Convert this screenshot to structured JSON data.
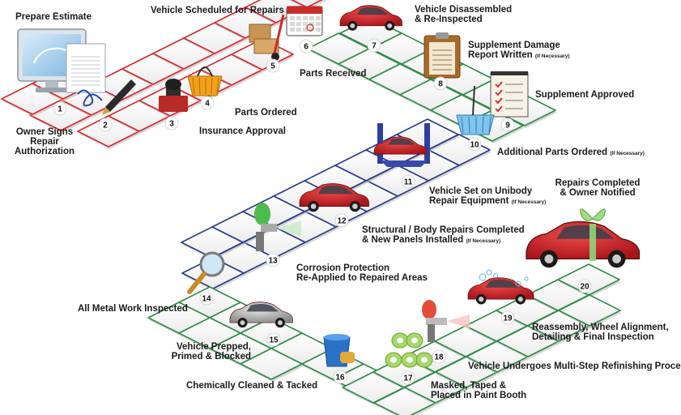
{
  "steps": [
    {
      "num": "1",
      "label": "Prepare Estimate",
      "icon": "computer-estimate-icon"
    },
    {
      "num": "2",
      "label": "Owner Signs Repair\nAuthorization",
      "icon": "pen-signature-icon"
    },
    {
      "num": "3",
      "label": "Insurance Approval",
      "icon": "rubber-stamp-icon"
    },
    {
      "num": "4",
      "label": "Parts Ordered",
      "icon": "shopping-basket-icon"
    },
    {
      "num": "5",
      "label": "Vehicle Scheduled for Repairs",
      "icon": "hand-truck-boxes-icon"
    },
    {
      "num": "6",
      "label": "Parts Received",
      "icon": "calendar-icon"
    },
    {
      "num": "7",
      "label": "Vehicle Disassembled\n& Re-Inspected",
      "icon": "disassembled-car-icon"
    },
    {
      "num": "8",
      "label": "Supplement Damage\nReport Written",
      "sub": "(If Necessary)",
      "icon": "clipboard-icon"
    },
    {
      "num": "9",
      "label": "Supplement Approved",
      "icon": "checklist-icon"
    },
    {
      "num": "10",
      "label": "Additional Parts Ordered",
      "sub": "(If Necessary)",
      "icon": "blue-basket-icon"
    },
    {
      "num": "11",
      "label": "Vehicle Set on Unibody\nRepair Equipment",
      "sub": "(If Necessary)",
      "icon": "car-on-lift-icon"
    },
    {
      "num": "12",
      "label": "Structural / Body Repairs Completed\n& New Panels Installed",
      "sub": "(If Necessary)",
      "icon": "repaired-car-icon"
    },
    {
      "num": "13",
      "label": "Corrosion Protection\nRe-Applied to Repaired Areas",
      "icon": "spray-gun-icon"
    },
    {
      "num": "14",
      "label": "All Metal Work Inspected",
      "icon": "magnifying-glass-icon"
    },
    {
      "num": "15",
      "label": "Vehicle Prepped,\nPrimed & Blocked",
      "icon": "primed-car-icon"
    },
    {
      "num": "16",
      "label": "Chemically Cleaned & Tacked",
      "icon": "bucket-sponge-icon"
    },
    {
      "num": "17",
      "label": "Masked, Taped &\nPlaced in Paint Booth",
      "icon": "tape-rolls-icon"
    },
    {
      "num": "18",
      "label": "Vehicle Undergoes Multi-Step Refinishing Process",
      "icon": "paint-spray-gun-icon"
    },
    {
      "num": "19",
      "label": "Reassembly, Wheel Alignment,\nDetailing & Final Inspection",
      "icon": "clean-car-icon"
    },
    {
      "num": "20",
      "label": "Repairs Completed\n& Owner Notified",
      "icon": "gift-car-icon"
    }
  ],
  "colors": {
    "red": "#d9262c",
    "green": "#2f8a46",
    "blue": "#283a8c",
    "tileFill": "#f7f7f7",
    "carRed": "#d32027",
    "numCircle": "#ffffff"
  }
}
